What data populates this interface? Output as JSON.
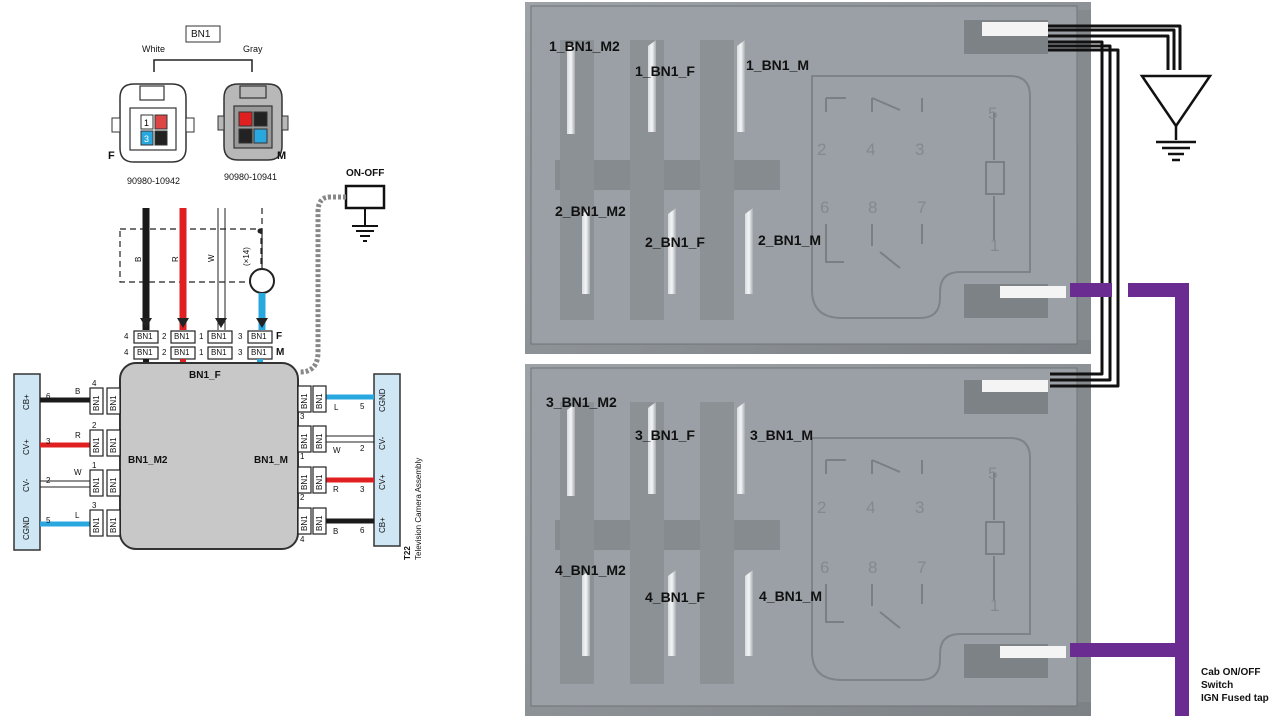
{
  "colors": {
    "black": "#1a1a1a",
    "red": "#e02020",
    "blue": "#29a8e0",
    "purple": "#6a2c91",
    "module_gray": "#c8c8c8",
    "connector_blue": "#cfe6f5",
    "relay_body": "#8f9499"
  },
  "connector": {
    "title": "BN1",
    "female_color": "White",
    "male_color": "Gray",
    "female_tag": "F",
    "male_tag": "M",
    "female_part": "90980-10942",
    "male_part": "90980-10941"
  },
  "switch_label": "ON-OFF",
  "wire_labels": {
    "b": "B",
    "r": "R",
    "w": "W",
    "x14": "(×14)"
  },
  "module": {
    "name_top": "BN1_F",
    "name_left": "BN1_M2",
    "name_right": "BN1_M"
  },
  "pin_tag": "BN1",
  "top_pins": [
    "4",
    "2",
    "1",
    "3"
  ],
  "top_row_tags": [
    "F",
    "M"
  ],
  "left_side": {
    "terminals": [
      "CB+",
      "CV+",
      "CV-",
      "CGND"
    ],
    "wire_letters": [
      "B",
      "R",
      "W",
      "L"
    ],
    "outer_pins": [
      "6",
      "3",
      "2",
      "5"
    ],
    "inner_pins": [
      "4",
      "2",
      "1",
      "3"
    ]
  },
  "right_side": {
    "terminals": [
      "CGND",
      "CV-",
      "CV+",
      "CB+"
    ],
    "wire_letters": [
      "L",
      "W",
      "R",
      "B"
    ],
    "outer_pins": [
      "5",
      "2",
      "3",
      "6"
    ],
    "inner_pins": [
      "3",
      "1",
      "2",
      "4"
    ]
  },
  "camera": {
    "code": "T22",
    "name": "Television Camera Assembly"
  },
  "relays": {
    "top": {
      "m2": "1_BN1_M2",
      "f": "1_BN1_F",
      "m": "1_BN1_M"
    },
    "mid": {
      "m2": "2_BN1_M2",
      "f": "2_BN1_F",
      "m": "2_BN1_M"
    },
    "r3": {
      "m2": "3_BN1_M2",
      "f": "3_BN1_F",
      "m": "3_BN1_M"
    },
    "r4": {
      "m2": "4_BN1_M2",
      "f": "4_BN1_F",
      "m": "4_BN1_M"
    },
    "numbers": [
      "2",
      "4",
      "3",
      "6",
      "8",
      "7",
      "5",
      "1"
    ]
  },
  "cab_note": [
    "Cab ON/OFF",
    "Switch",
    "IGN Fused tap"
  ]
}
